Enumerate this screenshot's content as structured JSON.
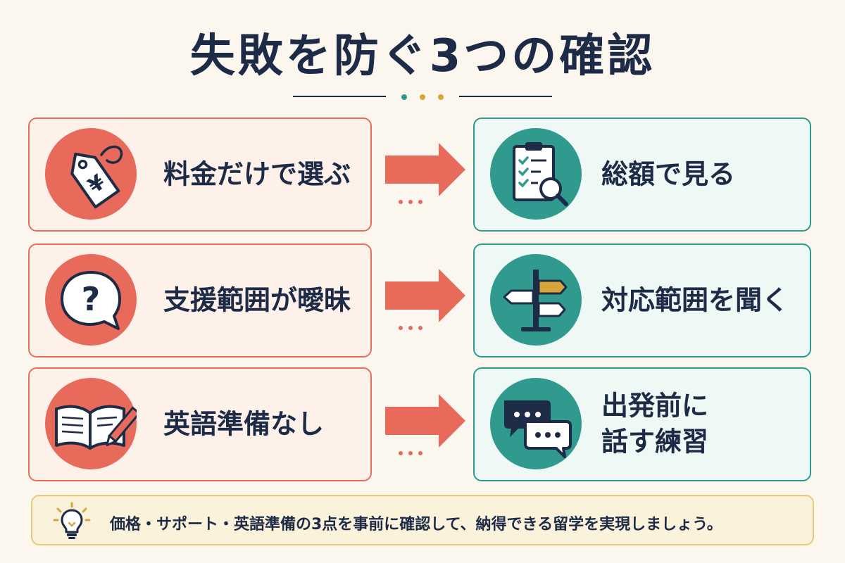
{
  "title": "失敗を防ぐ3つの確認",
  "colors": {
    "navy": "#1d2b47",
    "coral": "#e76a5b",
    "coral_border": "#e36f5e",
    "teal": "#2f9a8d",
    "gold": "#d9a53a",
    "background": "#fbf7ef"
  },
  "rows": [
    {
      "mistake": {
        "label": "料金だけで選ぶ",
        "icon": "price-tag-yen-icon"
      },
      "solution": {
        "label": "総額で見る",
        "icon": "clipboard-checklist-magnifier-icon"
      }
    },
    {
      "mistake": {
        "label": "支援範囲が曖昧",
        "icon": "question-bubble-icon"
      },
      "solution": {
        "label": "対応範囲を聞く",
        "icon": "signpost-icon"
      }
    },
    {
      "mistake": {
        "label": "英語準備なし",
        "icon": "open-book-pencil-icon"
      },
      "solution": {
        "label": "出発前に\n話す練習",
        "icon": "chat-bubbles-icon"
      }
    }
  ],
  "tip": {
    "icon": "lightbulb-icon",
    "text": "価格・サポート・英語準備の3点を事前に確認して、納得できる留学を実現しましょう。"
  }
}
